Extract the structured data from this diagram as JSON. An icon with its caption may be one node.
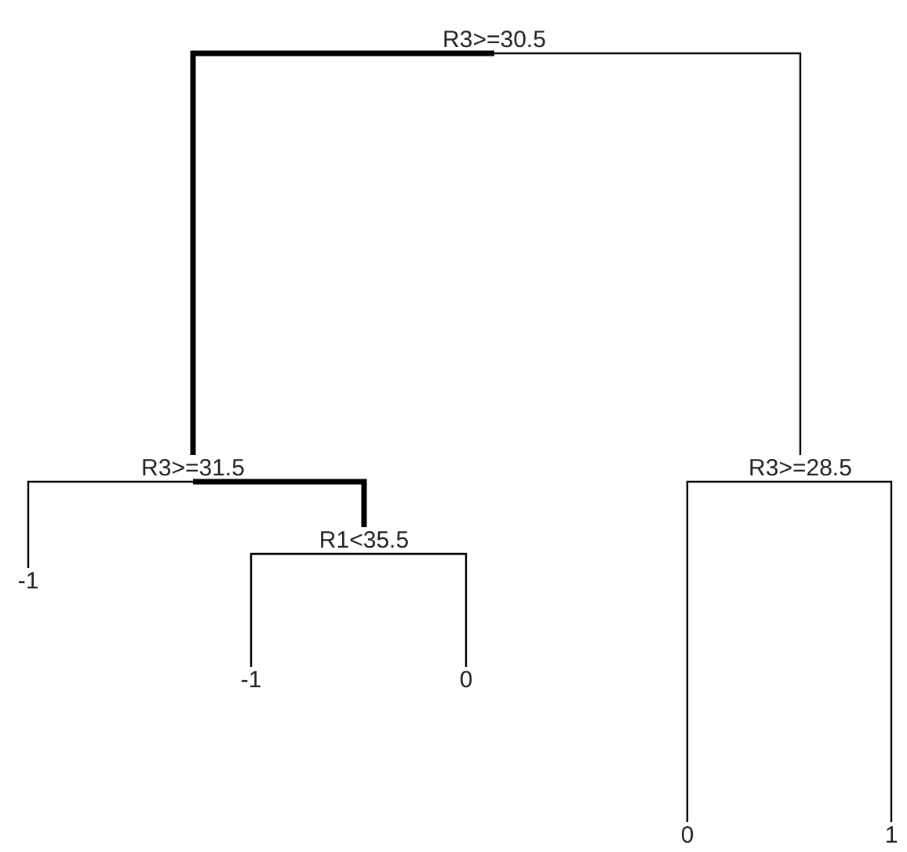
{
  "diagram": {
    "nodes": [
      {
        "text": [
          "R3>=30.5"
        ]
      },
      {
        "text": [
          "R3>=31.5"
        ]
      },
      {
        "text": [
          "R3>=28.5"
        ]
      },
      {
        "text": [
          "-1"
        ]
      },
      {
        "text": [
          "R1<35.5"
        ]
      },
      {
        "text": [
          "-1"
        ]
      },
      {
        "text": [
          "0"
        ]
      },
      {
        "text": [
          "0"
        ]
      },
      {
        "text": [
          "1"
        ]
      }
    ],
    "edges": [
      {
        "from": 0,
        "to": 1,
        "arrow": "none",
        "style": "thick"
      },
      {
        "from": 0,
        "to": 2,
        "arrow": "none"
      },
      {
        "from": 1,
        "to": 3,
        "arrow": "none"
      },
      {
        "from": 1,
        "to": 4,
        "arrow": "none",
        "style": "thick"
      },
      {
        "from": 4,
        "to": 5,
        "arrow": "none"
      },
      {
        "from": 4,
        "to": 6,
        "arrow": "none"
      },
      {
        "from": 2,
        "to": 7,
        "arrow": "none"
      },
      {
        "from": 2,
        "to": 8,
        "arrow": "none"
      }
    ]
  }
}
